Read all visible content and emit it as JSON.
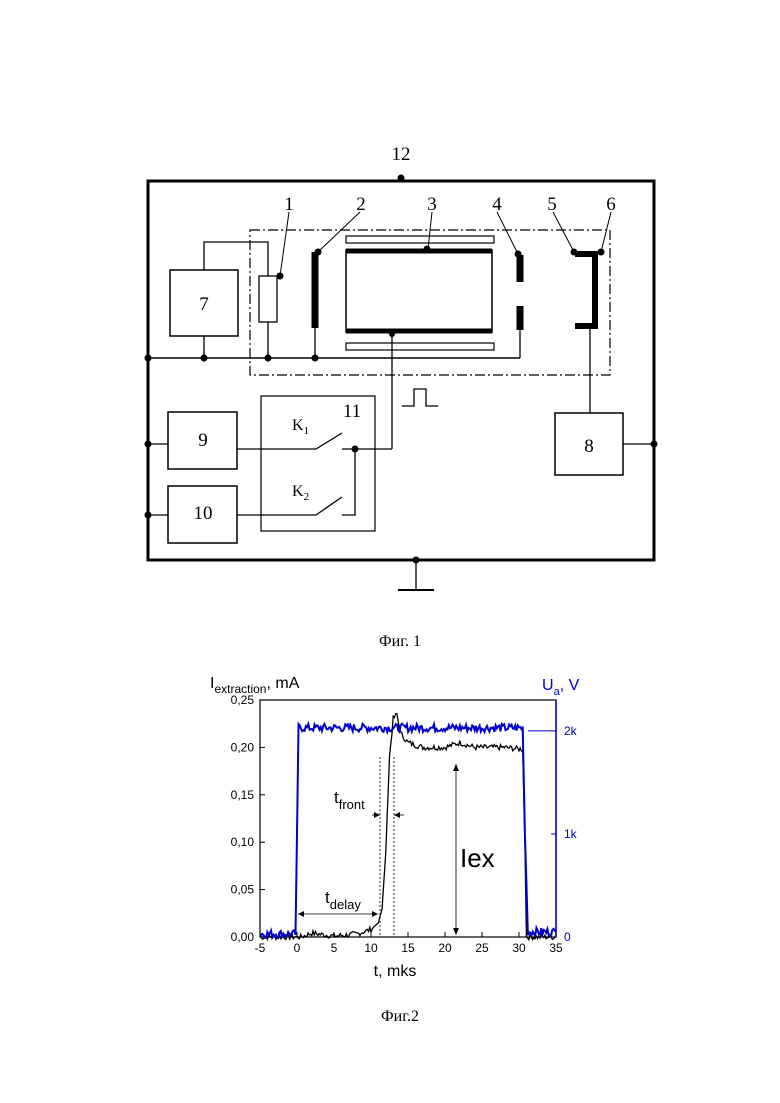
{
  "figure1": {
    "caption": "Фиг. 1",
    "labels": {
      "n1": "1",
      "n2": "2",
      "n3": "3",
      "n4": "4",
      "n5": "5",
      "n6": "6",
      "n7": "7",
      "n8": "8",
      "n9": "9",
      "n10": "10",
      "n11": "11",
      "n12": "12"
    },
    "switch_k1": "K",
    "switch_k1_sub": "1",
    "switch_k2": "K",
    "switch_k2_sub": "2"
  },
  "figure2": {
    "caption": "Фиг.2",
    "annotations": {
      "t_front": "t",
      "t_front_sub": "front",
      "t_delay": "t",
      "t_delay_sub": "delay",
      "i_ex": "Iex"
    },
    "chart_data": {
      "type": "line",
      "title": "",
      "ylabel_left": "I",
      "ylabel_left_sub": "extraction",
      "ylabel_left_unit": ", mA",
      "ylabel_right": "U",
      "ylabel_right_sub": "a",
      "ylabel_right_unit": ", V",
      "xlabel": "t, mks",
      "xlim": [
        -5,
        35
      ],
      "ylim_left": [
        0,
        0.25
      ],
      "ylim_right": [
        0,
        2300
      ],
      "x_ticks": [
        "-5",
        "0",
        "5",
        "10",
        "15",
        "20",
        "25",
        "30",
        "35"
      ],
      "y_ticks_left": [
        "0,00",
        "0,05",
        "0,10",
        "0,15",
        "0,20",
        "0,25"
      ],
      "y_ticks_right": [
        "0",
        "1k",
        "2k"
      ],
      "colors": {
        "current": "#000000",
        "voltage": "#0000cc"
      },
      "series": [
        {
          "axis": "left",
          "x": [
            -5,
            0.5,
            2,
            5,
            8,
            10,
            11,
            11.5,
            12,
            12.5,
            13,
            13.5,
            14,
            15,
            17,
            20,
            22,
            24,
            26,
            28,
            30.5,
            30.8,
            31,
            35
          ],
          "values": [
            0.0,
            0.0,
            0.004,
            0.001,
            0.003,
            0.008,
            0.015,
            0.03,
            0.09,
            0.19,
            0.23,
            0.235,
            0.215,
            0.205,
            0.2,
            0.2,
            0.205,
            0.2,
            0.2,
            0.2,
            0.198,
            0.1,
            0.0,
            0.0
          ]
        },
        {
          "axis": "right",
          "x": [
            -5,
            -0.2,
            0,
            0.2,
            30.5,
            30.8,
            31.2,
            35
          ],
          "values": [
            30,
            30,
            1000,
            2030,
            2030,
            1000,
            50,
            50
          ]
        }
      ]
    }
  }
}
